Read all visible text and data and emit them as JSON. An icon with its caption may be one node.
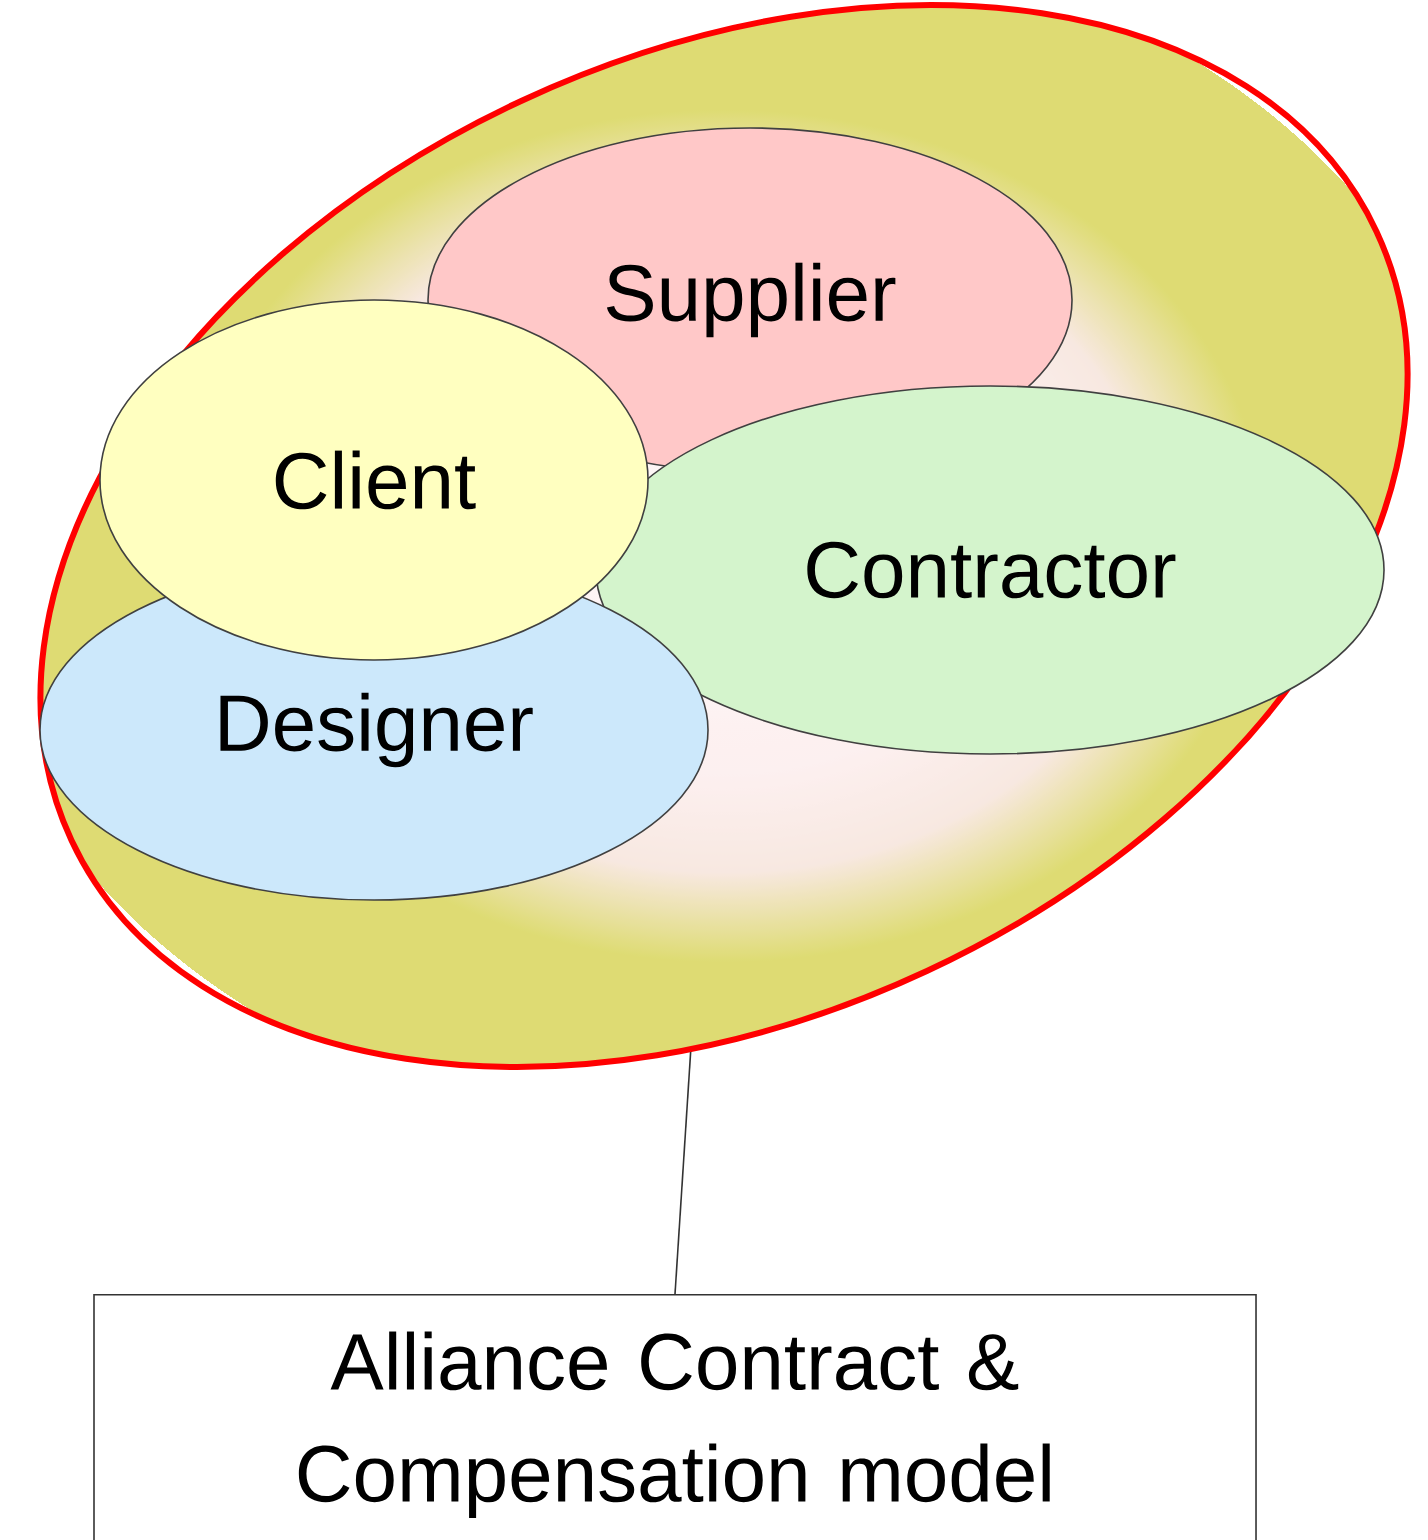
{
  "diagram": {
    "nodes": [
      {
        "text": [],
        "shape": "ellipse"
      },
      {
        "text": [
          "Supplier"
        ],
        "in": 0
      },
      {
        "text": [
          "Client"
        ],
        "in": 0
      },
      {
        "text": [
          "Contractor"
        ],
        "in": 0
      },
      {
        "text": [
          "Designer"
        ],
        "in": 0
      },
      {
        "text": [
          "Alliance Contract & Compensation model"
        ]
      }
    ],
    "edges": [
      {
        "from": 5,
        "to": 0,
        "arrow": "none"
      }
    ]
  }
}
